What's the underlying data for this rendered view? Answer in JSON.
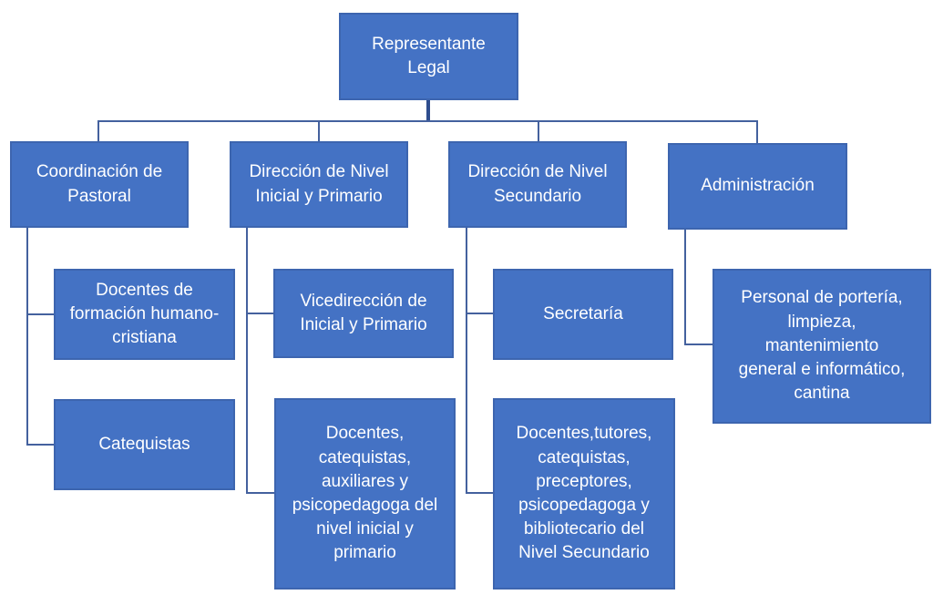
{
  "diagram": {
    "type": "org-chart",
    "colors": {
      "node_fill": "#4472C4",
      "node_border": "#3d65af",
      "node_text": "#ffffff",
      "connector": "#44619e"
    },
    "nodes": [
      {
        "id": "representante-legal",
        "label": "Representante Legal",
        "parent": null
      },
      {
        "id": "coordinacion-pastoral",
        "label": "Coordinación de Pastoral",
        "parent": "representante-legal"
      },
      {
        "id": "direccion-inicial-primario",
        "label": "Dirección de Nivel Inicial y Primario",
        "parent": "representante-legal"
      },
      {
        "id": "direccion-secundario",
        "label": "Dirección de Nivel Secundario",
        "parent": "representante-legal"
      },
      {
        "id": "administracion",
        "label": "Administración",
        "parent": "representante-legal"
      },
      {
        "id": "docentes-formacion",
        "label": "Docentes de formación humano-cristiana",
        "parent": "coordinacion-pastoral"
      },
      {
        "id": "vicedireccion",
        "label": "Vicedirección de Inicial y Primario",
        "parent": "direccion-inicial-primario"
      },
      {
        "id": "secretaria",
        "label": "Secretaría",
        "parent": "direccion-secundario"
      },
      {
        "id": "personal-porteria",
        "label": "Personal de portería, limpieza, mantenimiento general e informático, cantina",
        "parent": "administracion"
      },
      {
        "id": "catequistas",
        "label": "Catequistas",
        "parent": "coordinacion-pastoral"
      },
      {
        "id": "docentes-nivel-inicial",
        "label": "Docentes, catequistas, auxiliares y psicopedagoga del nivel inicial y primario",
        "parent": "direccion-inicial-primario"
      },
      {
        "id": "docentes-nivel-secundario",
        "label": "Docentes,tutores, catequistas, preceptores, psicopedagoga y bibliotecario del Nivel Secundario",
        "parent": "direccion-secundario"
      }
    ]
  }
}
